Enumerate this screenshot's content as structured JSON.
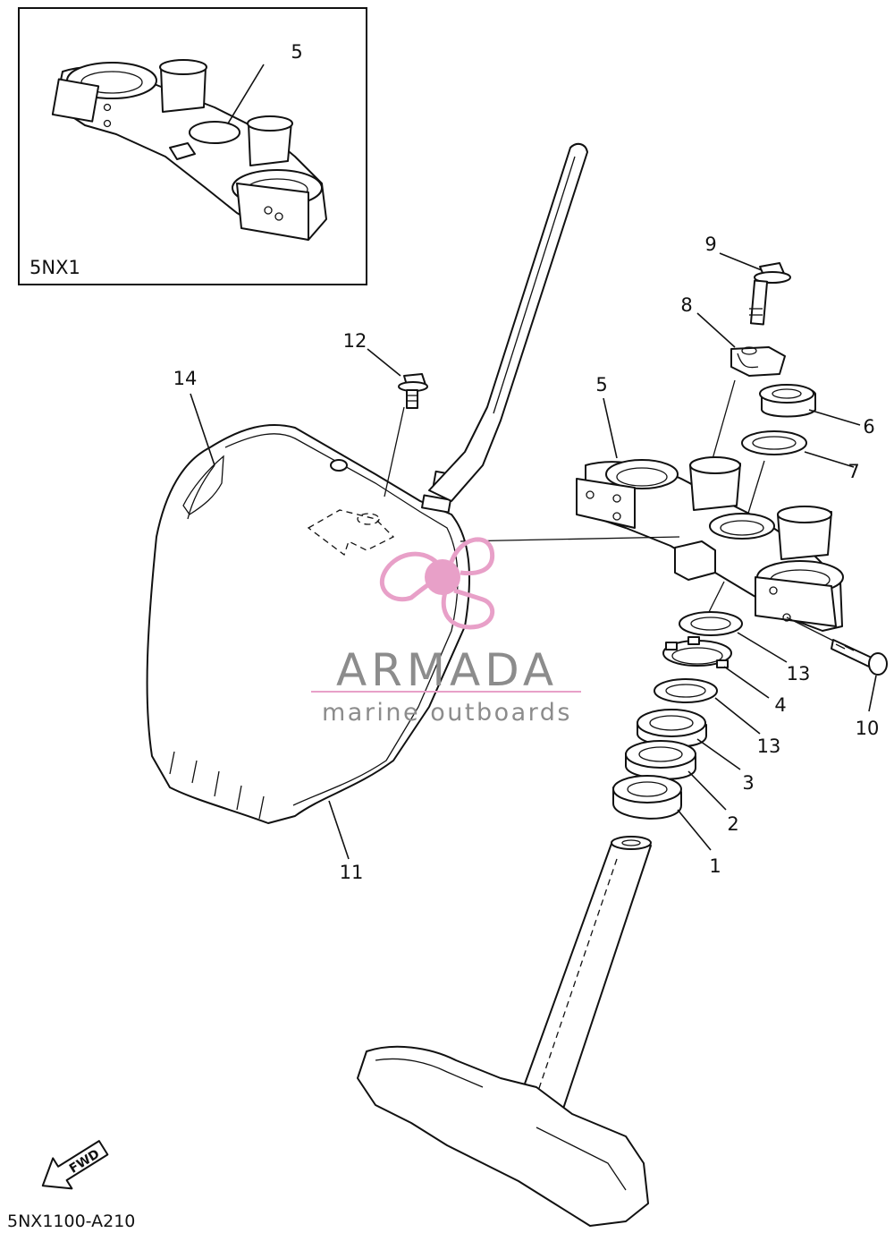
{
  "inset": {
    "label": "5NX1",
    "callout": "5"
  },
  "callouts": {
    "c1": "1",
    "c2": "2",
    "c3": "3",
    "c4": "4",
    "c5": "5",
    "c6": "6",
    "c7": "7",
    "c8": "8",
    "c9": "9",
    "c10": "10",
    "c11": "11",
    "c12": "12",
    "c13a": "13",
    "c13b": "13",
    "c14": "14"
  },
  "fwd_label": "FWD",
  "diagram_code": "5NX1100-A210",
  "watermark": {
    "brand": "ARMADA",
    "tagline": "marine outboards",
    "brand_color": "#e8a0c8"
  }
}
